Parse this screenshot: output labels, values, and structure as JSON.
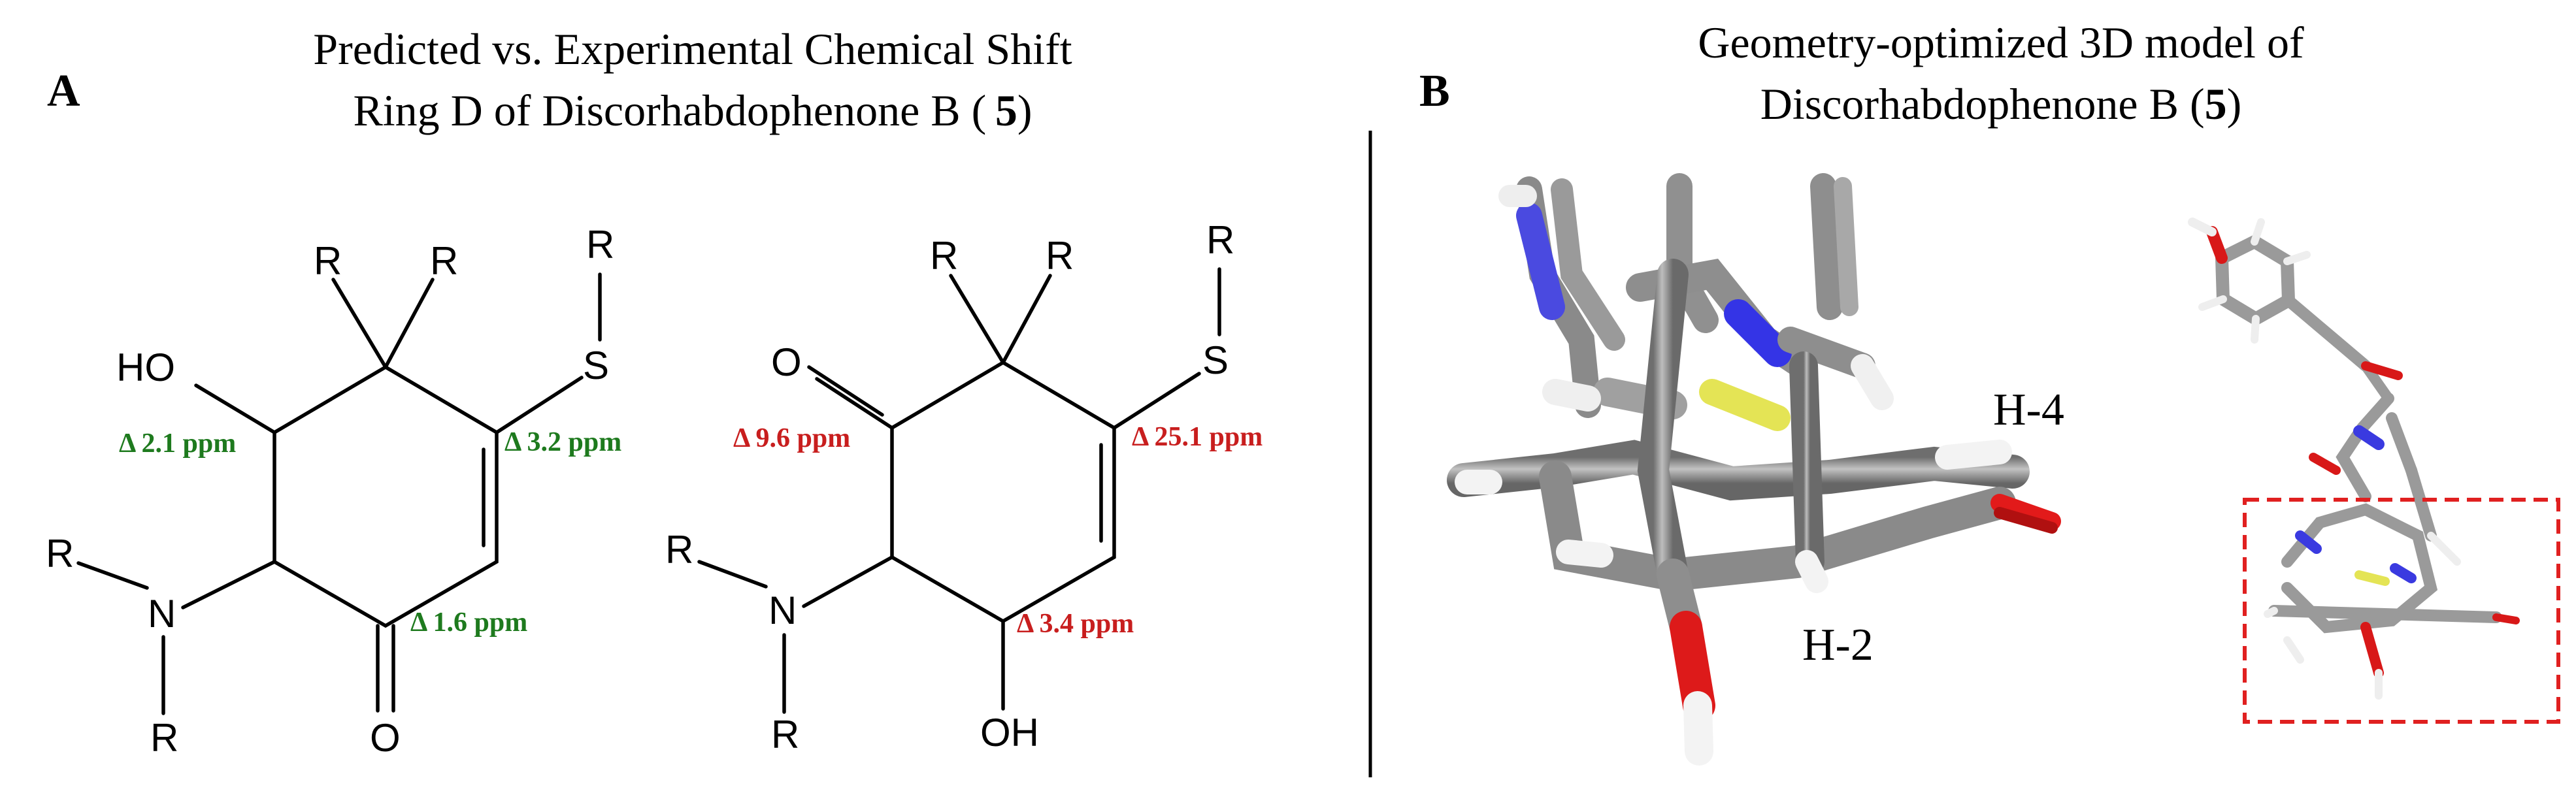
{
  "panel_a": {
    "letter": "A",
    "title_line1": "Predicted vs. Experimental Chemical Shift",
    "title_line2_pre": "Ring D of Discorhabdophenone B ( ",
    "title_line2_bold": "5",
    "title_line2_post": ")",
    "left_structure": {
      "atoms": {
        "ho": "HO",
        "r_top1": "R",
        "r_top2": "R",
        "r_s": "R",
        "s": "S",
        "r_n1": "R",
        "n": "N",
        "r_n2": "R",
        "o": "O"
      },
      "deltas": {
        "d1": "Δ 2.1 ppm",
        "d2": "Δ 3.2 ppm",
        "d3": "Δ 1.6 ppm"
      }
    },
    "right_structure": {
      "atoms": {
        "o": "O",
        "r_top1": "R",
        "r_top2": "R",
        "r_s": "R",
        "s": "S",
        "r_n1": "R",
        "n": "N",
        "r_n2": "R",
        "oh": "OH"
      },
      "deltas": {
        "d1": "Δ 9.6 ppm",
        "d2": "Δ 25.1 ppm",
        "d3": "Δ 3.4 ppm"
      }
    }
  },
  "panel_b": {
    "letter": "B",
    "title_line1": "Geometry-optimized 3D model of",
    "title_line2_pre": "Discorhabdophenone B (",
    "title_line2_bold": "5",
    "title_line2_post": ")",
    "label_h4": "H-4",
    "label_h2": "H-2"
  },
  "colors": {
    "green": "#1e7a1e",
    "red": "#c81e1e",
    "carbon": "#8a8a8a",
    "nitrogen": "#3a3ae0",
    "oxygen": "#e01818",
    "sulfur": "#e6e650",
    "hydrogen": "#f2f2f2",
    "highlight_box": "#e02020"
  }
}
